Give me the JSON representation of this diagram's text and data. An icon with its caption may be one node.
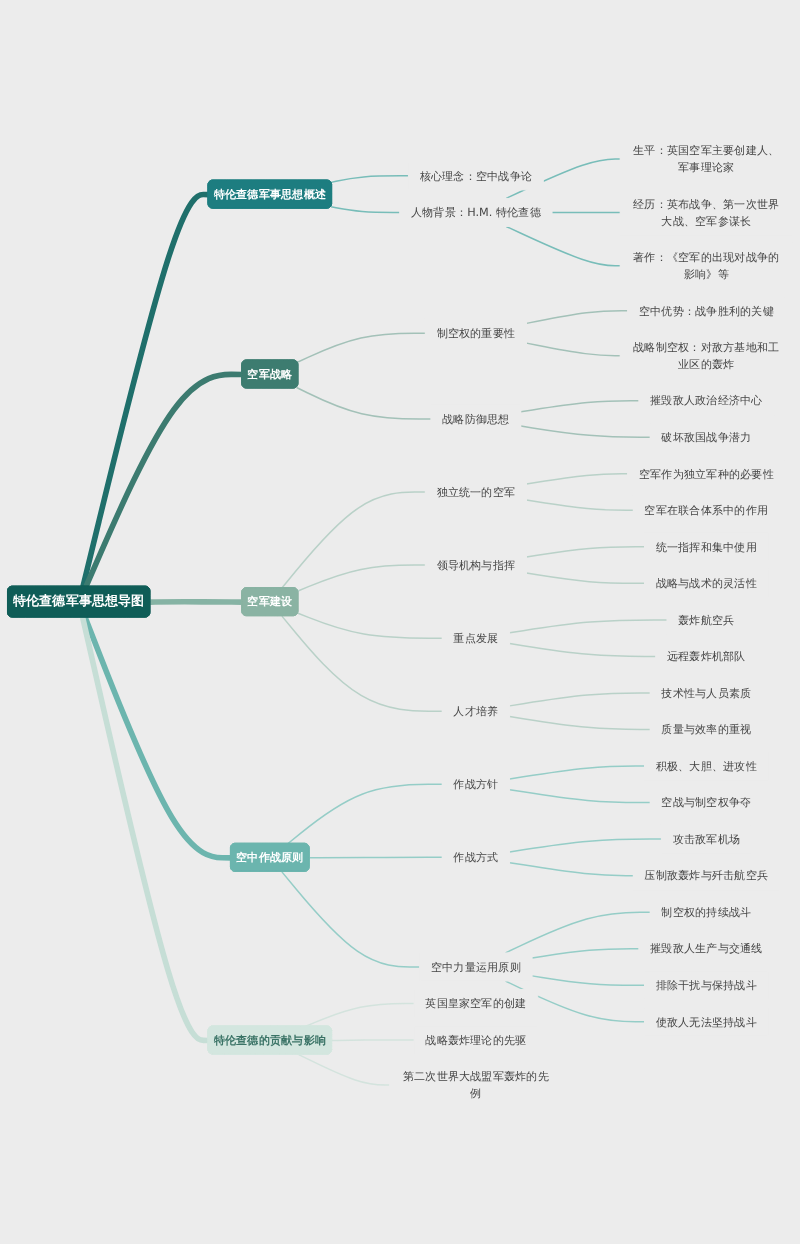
{
  "diagram": {
    "nodes": [
      {
        "text": [
          "特伦查德军事思想导图"
        ]
      },
      {
        "text": [
          "特伦查德军事思想概述"
        ]
      },
      {
        "text": [
          "核心理念：空中战争论"
        ]
      },
      {
        "text": [
          "人物背景：H.M. 特伦查德"
        ]
      },
      {
        "text": [
          "生平：英国空军主要创建人、军事理论家"
        ]
      },
      {
        "text": [
          "经历：英布战争、第一次世界大战、空军参谋长"
        ]
      },
      {
        "text": [
          "著作：《空军的出现对战争的影响》等"
        ]
      },
      {
        "text": [
          "空军战略"
        ]
      },
      {
        "text": [
          "制空权的重要性"
        ]
      },
      {
        "text": [
          "空中优势：战争胜利的关键"
        ]
      },
      {
        "text": [
          "战略制空权：对敌方基地和工业区的轰炸"
        ]
      },
      {
        "text": [
          "战略防御思想"
        ]
      },
      {
        "text": [
          "摧毁敌人政治经济中心"
        ]
      },
      {
        "text": [
          "破坏敌国战争潜力"
        ]
      },
      {
        "text": [
          "空军建设"
        ]
      },
      {
        "text": [
          "独立统一的空军"
        ]
      },
      {
        "text": [
          "空军作为独立军种的必要性"
        ]
      },
      {
        "text": [
          "空军在联合体系中的作用"
        ]
      },
      {
        "text": [
          "领导机构与指挥"
        ]
      },
      {
        "text": [
          "统一指挥和集中使用"
        ]
      },
      {
        "text": [
          "战略与战术的灵活性"
        ]
      },
      {
        "text": [
          "重点发展"
        ]
      },
      {
        "text": [
          "轰炸航空兵"
        ]
      },
      {
        "text": [
          "远程轰炸机部队"
        ]
      },
      {
        "text": [
          "人才培养"
        ]
      },
      {
        "text": [
          "技术性与人员素质"
        ]
      },
      {
        "text": [
          "质量与效率的重视"
        ]
      },
      {
        "text": [
          "空中作战原则"
        ]
      },
      {
        "text": [
          "作战方针"
        ]
      },
      {
        "text": [
          "积极、大胆、进攻性"
        ]
      },
      {
        "text": [
          "空战与制空权争夺"
        ]
      },
      {
        "text": [
          "作战方式"
        ]
      },
      {
        "text": [
          "攻击敌军机场"
        ]
      },
      {
        "text": [
          "压制敌轰炸与歼击航空兵"
        ]
      },
      {
        "text": [
          "空中力量运用原则"
        ]
      },
      {
        "text": [
          "制空权的持续战斗"
        ]
      },
      {
        "text": [
          "摧毁敌人生产与交通线"
        ]
      },
      {
        "text": [
          "排除干扰与保持战斗"
        ]
      },
      {
        "text": [
          "使敌人无法坚持战斗"
        ]
      },
      {
        "text": [
          "特伦查德的贡献与影响"
        ]
      },
      {
        "text": [
          "英国皇家空军的创建"
        ]
      },
      {
        "text": [
          "战略轰炸理论的先驱"
        ]
      },
      {
        "text": [
          "第二次世界大战盟军轰炸的先例"
        ]
      }
    ],
    "edges": [
      {
        "from": 0,
        "to": 1,
        "arrow": "none",
        "style": "thick",
        "color": "#1f6f6b"
      },
      {
        "from": 1,
        "to": 2,
        "arrow": "none",
        "color": "#78bdb9"
      },
      {
        "from": 1,
        "to": 3,
        "arrow": "none",
        "color": "#78bdb9"
      },
      {
        "from": 3,
        "to": 4,
        "arrow": "none",
        "color": "#78bdb9"
      },
      {
        "from": 3,
        "to": 5,
        "arrow": "none",
        "color": "#78bdb9"
      },
      {
        "from": 3,
        "to": 6,
        "arrow": "none",
        "color": "#78bdb9"
      },
      {
        "from": 0,
        "to": 7,
        "arrow": "none",
        "style": "thick",
        "color": "#3c7b70"
      },
      {
        "from": 7,
        "to": 8,
        "arrow": "none",
        "color": "#a3c1b8"
      },
      {
        "from": 8,
        "to": 9,
        "arrow": "none",
        "color": "#a3c1b8"
      },
      {
        "from": 8,
        "to": 10,
        "arrow": "none",
        "color": "#a3c1b8"
      },
      {
        "from": 7,
        "to": 11,
        "arrow": "none",
        "color": "#a3c1b8"
      },
      {
        "from": 11,
        "to": 12,
        "arrow": "none",
        "color": "#a3c1b8"
      },
      {
        "from": 11,
        "to": 13,
        "arrow": "none",
        "color": "#a3c1b8"
      },
      {
        "from": 0,
        "to": 14,
        "arrow": "none",
        "style": "thick",
        "color": "#86b3a4"
      },
      {
        "from": 14,
        "to": 15,
        "arrow": "none",
        "color": "#b9d1c8"
      },
      {
        "from": 15,
        "to": 16,
        "arrow": "none",
        "color": "#b9d1c8"
      },
      {
        "from": 15,
        "to": 17,
        "arrow": "none",
        "color": "#b9d1c8"
      },
      {
        "from": 14,
        "to": 18,
        "arrow": "none",
        "color": "#b9d1c8"
      },
      {
        "from": 18,
        "to": 19,
        "arrow": "none",
        "color": "#b9d1c8"
      },
      {
        "from": 18,
        "to": 20,
        "arrow": "none",
        "color": "#b9d1c8"
      },
      {
        "from": 14,
        "to": 21,
        "arrow": "none",
        "color": "#b9d1c8"
      },
      {
        "from": 21,
        "to": 22,
        "arrow": "none",
        "color": "#b9d1c8"
      },
      {
        "from": 21,
        "to": 23,
        "arrow": "none",
        "color": "#b9d1c8"
      },
      {
        "from": 14,
        "to": 24,
        "arrow": "none",
        "color": "#b9d1c8"
      },
      {
        "from": 24,
        "to": 25,
        "arrow": "none",
        "color": "#b9d1c8"
      },
      {
        "from": 24,
        "to": 26,
        "arrow": "none",
        "color": "#b9d1c8"
      },
      {
        "from": 0,
        "to": 27,
        "arrow": "none",
        "style": "thick",
        "color": "#6cb5ae"
      },
      {
        "from": 27,
        "to": 28,
        "arrow": "none",
        "color": "#95cdc7"
      },
      {
        "from": 28,
        "to": 29,
        "arrow": "none",
        "color": "#95cdc7"
      },
      {
        "from": 28,
        "to": 30,
        "arrow": "none",
        "color": "#95cdc7"
      },
      {
        "from": 27,
        "to": 31,
        "arrow": "none",
        "color": "#95cdc7"
      },
      {
        "from": 31,
        "to": 32,
        "arrow": "none",
        "color": "#95cdc7"
      },
      {
        "from": 31,
        "to": 33,
        "arrow": "none",
        "color": "#95cdc7"
      },
      {
        "from": 27,
        "to": 34,
        "arrow": "none",
        "color": "#95cdc7"
      },
      {
        "from": 34,
        "to": 35,
        "arrow": "none",
        "color": "#95cdc7"
      },
      {
        "from": 34,
        "to": 36,
        "arrow": "none",
        "color": "#95cdc7"
      },
      {
        "from": 34,
        "to": 37,
        "arrow": "none",
        "color": "#95cdc7"
      },
      {
        "from": 34,
        "to": 38,
        "arrow": "none",
        "color": "#95cdc7"
      },
      {
        "from": 0,
        "to": 39,
        "arrow": "none",
        "style": "thick",
        "color": "#c6ded6"
      },
      {
        "from": 39,
        "to": 40,
        "arrow": "none",
        "color": "#d3e3dd"
      },
      {
        "from": 39,
        "to": 41,
        "arrow": "none",
        "color": "#d3e3dd"
      },
      {
        "from": 39,
        "to": 42,
        "arrow": "none",
        "color": "#d3e3dd"
      }
    ]
  }
}
